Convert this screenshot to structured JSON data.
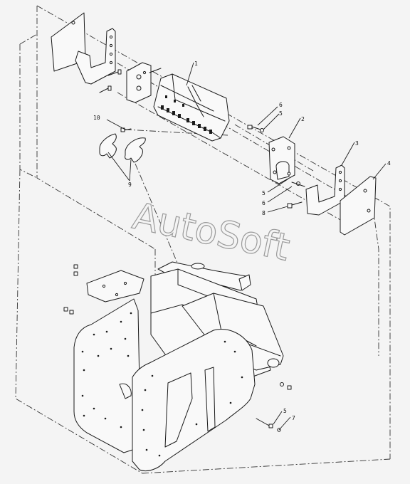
{
  "diagram": {
    "watermark": "AutoSoft",
    "callouts": {
      "c1": "1",
      "c2": "2",
      "c3": "3",
      "c4": "4",
      "c5a": "5",
      "c5b": "5",
      "c5c": "5",
      "c6a": "6",
      "c6b": "6",
      "c7": "7",
      "c8": "8",
      "c9": "9",
      "c10": "10"
    }
  }
}
